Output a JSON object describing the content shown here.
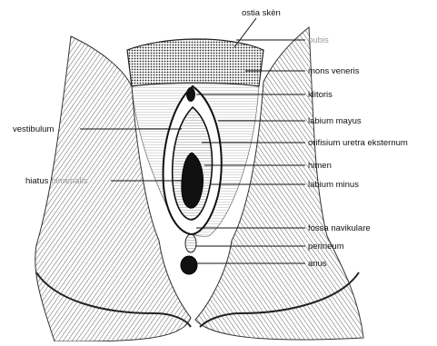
{
  "labels": {
    "ostia_sken": "ostia skèn",
    "pubis": "pubis",
    "mons_veneris": "mons veneris",
    "klitoris": "klitoris",
    "vestibulum": "vestibulum",
    "labium_mayus": "labium mayus",
    "orifisium": "orifisium uretra eksternum",
    "himen": "himen",
    "hiatus_prefix": "hiatus",
    "hiatus_suffix": "himenalis",
    "labium_minus": "labium minus",
    "fossa_navikulare": "fossa navikulare",
    "perineum": "perineum",
    "anus": "anus"
  },
  "colors": {
    "ink": "#111111",
    "faded_text": "#9a9a9a",
    "hatch": "#3a3a3a",
    "background": "#ffffff"
  }
}
